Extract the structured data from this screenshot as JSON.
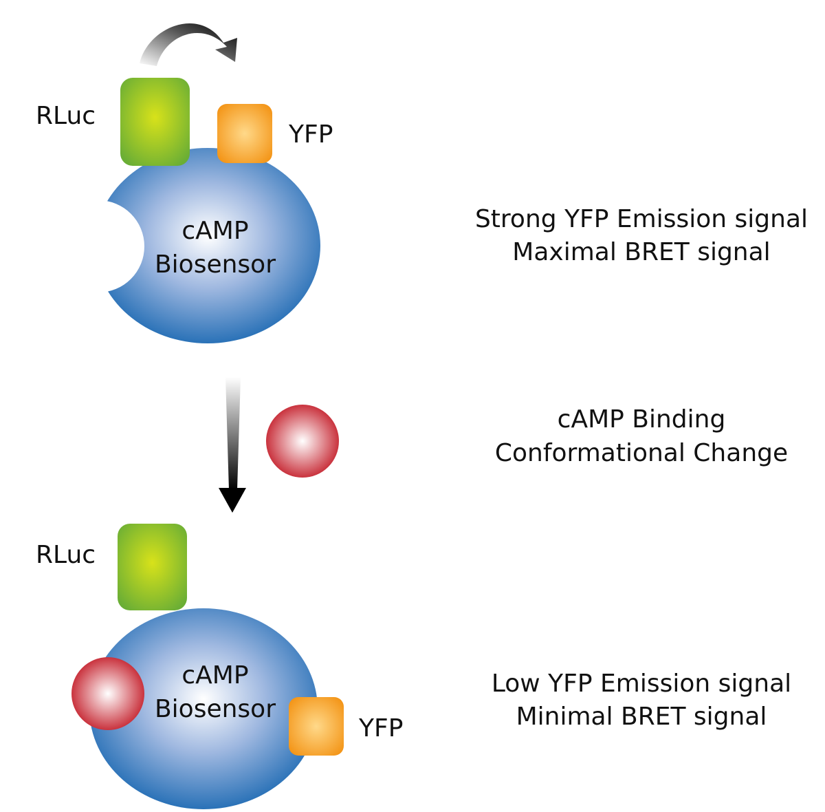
{
  "top_state": {
    "rluc_label": "RLuc",
    "yfp_label": "YFP",
    "biosensor_label_line1": "cAMP",
    "biosensor_label_line2": "Biosensor",
    "description_line1": "Strong YFP Emission signal",
    "description_line2": "Maximal BRET signal"
  },
  "transition": {
    "description_line1": "cAMP Binding",
    "description_line2": "Conformational Change"
  },
  "bottom_state": {
    "rluc_label": "RLuc",
    "yfp_label": "YFP",
    "biosensor_label_line1": "cAMP",
    "biosensor_label_line2": "Biosensor",
    "description_line1": "Low YFP Emission signal",
    "description_line2": "Minimal BRET signal"
  },
  "colors": {
    "biosensor_blue": "#1f6fba",
    "rluc_green": "#7cb82f",
    "yfp_orange": "#f29a1c",
    "camp_red": "#c8252f",
    "arrow_black": "#000000"
  },
  "icons": {
    "energy_transfer_arrow": "curved-arrow",
    "transition_arrow": "down-arrow",
    "camp_molecule": "red-sphere"
  }
}
